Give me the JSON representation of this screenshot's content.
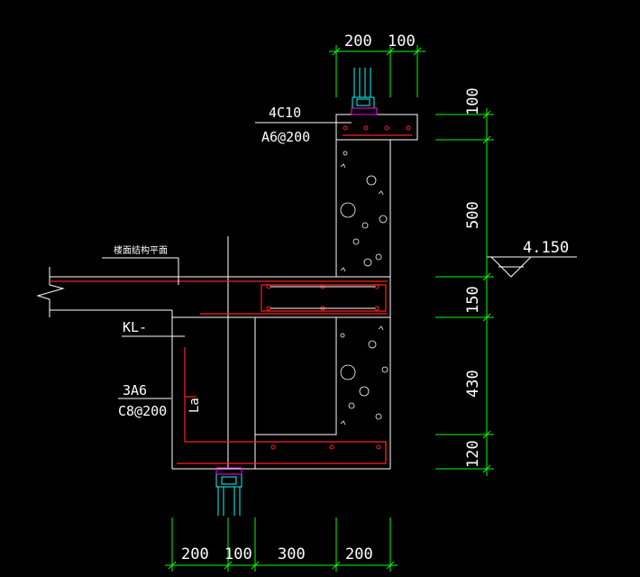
{
  "colors": {
    "background": "#000000",
    "outline": "#ffffff",
    "rebar": "#ff2020",
    "dimension": "#00ff00",
    "window_frame": "#00ffff",
    "window_accent": "#ff00ff",
    "leader": "#ffffff"
  },
  "labels": {
    "top_rebar": "4C10",
    "top_stirrup": "A6@200",
    "floor_note": "楼面结构平面",
    "beam": "KL-",
    "side_rebar": "3A6",
    "side_stirrup": "C8@200",
    "anchor": "La",
    "elevation": "4.150"
  },
  "dimensions": {
    "top": [
      "200",
      "100"
    ],
    "right": [
      "100",
      "500",
      "150",
      "430",
      "120"
    ],
    "bottom": [
      "200",
      "100",
      "300",
      "200"
    ]
  }
}
